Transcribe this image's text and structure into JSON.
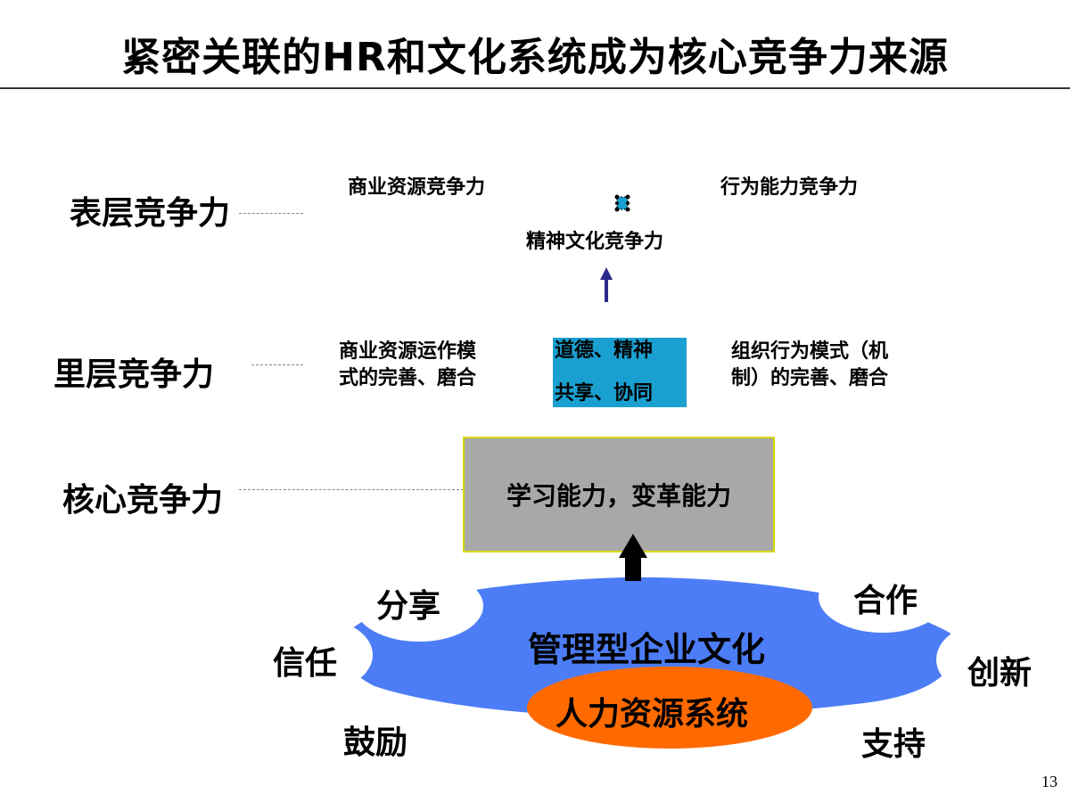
{
  "title": "紧密关联的HR和文化系统成为核心竞争力来源",
  "levels": {
    "surface": "表层竞争力",
    "inner": "里层竞争力",
    "core": "核心竞争力"
  },
  "surface_items": {
    "left": "商业资源竞争力",
    "right": "行为能力竞争力",
    "center": "精神文化竞争力"
  },
  "inner_items": {
    "left_line1": "商业资源运作模",
    "left_line2": "式的完善、磨合",
    "center_line1": "道德、精神",
    "center_line2": "共享、协同",
    "right_line1": "组织行为模式（机",
    "right_line2": "制）的完善、磨合"
  },
  "core_box": "学习能力，变革能力",
  "culture": {
    "main": "管理型企业文化",
    "hr": "人力资源系统",
    "values": [
      "分享",
      "合作",
      "信任",
      "创新",
      "鼓励",
      "支持"
    ]
  },
  "colors": {
    "cyan_box": "#1aa0d0",
    "culture_blue": "#4d7df6",
    "hr_orange": "#ff6a00",
    "up_arrow_small": "#2a2a8a",
    "core_gray": "#a8a8a8"
  },
  "page_number": "13"
}
